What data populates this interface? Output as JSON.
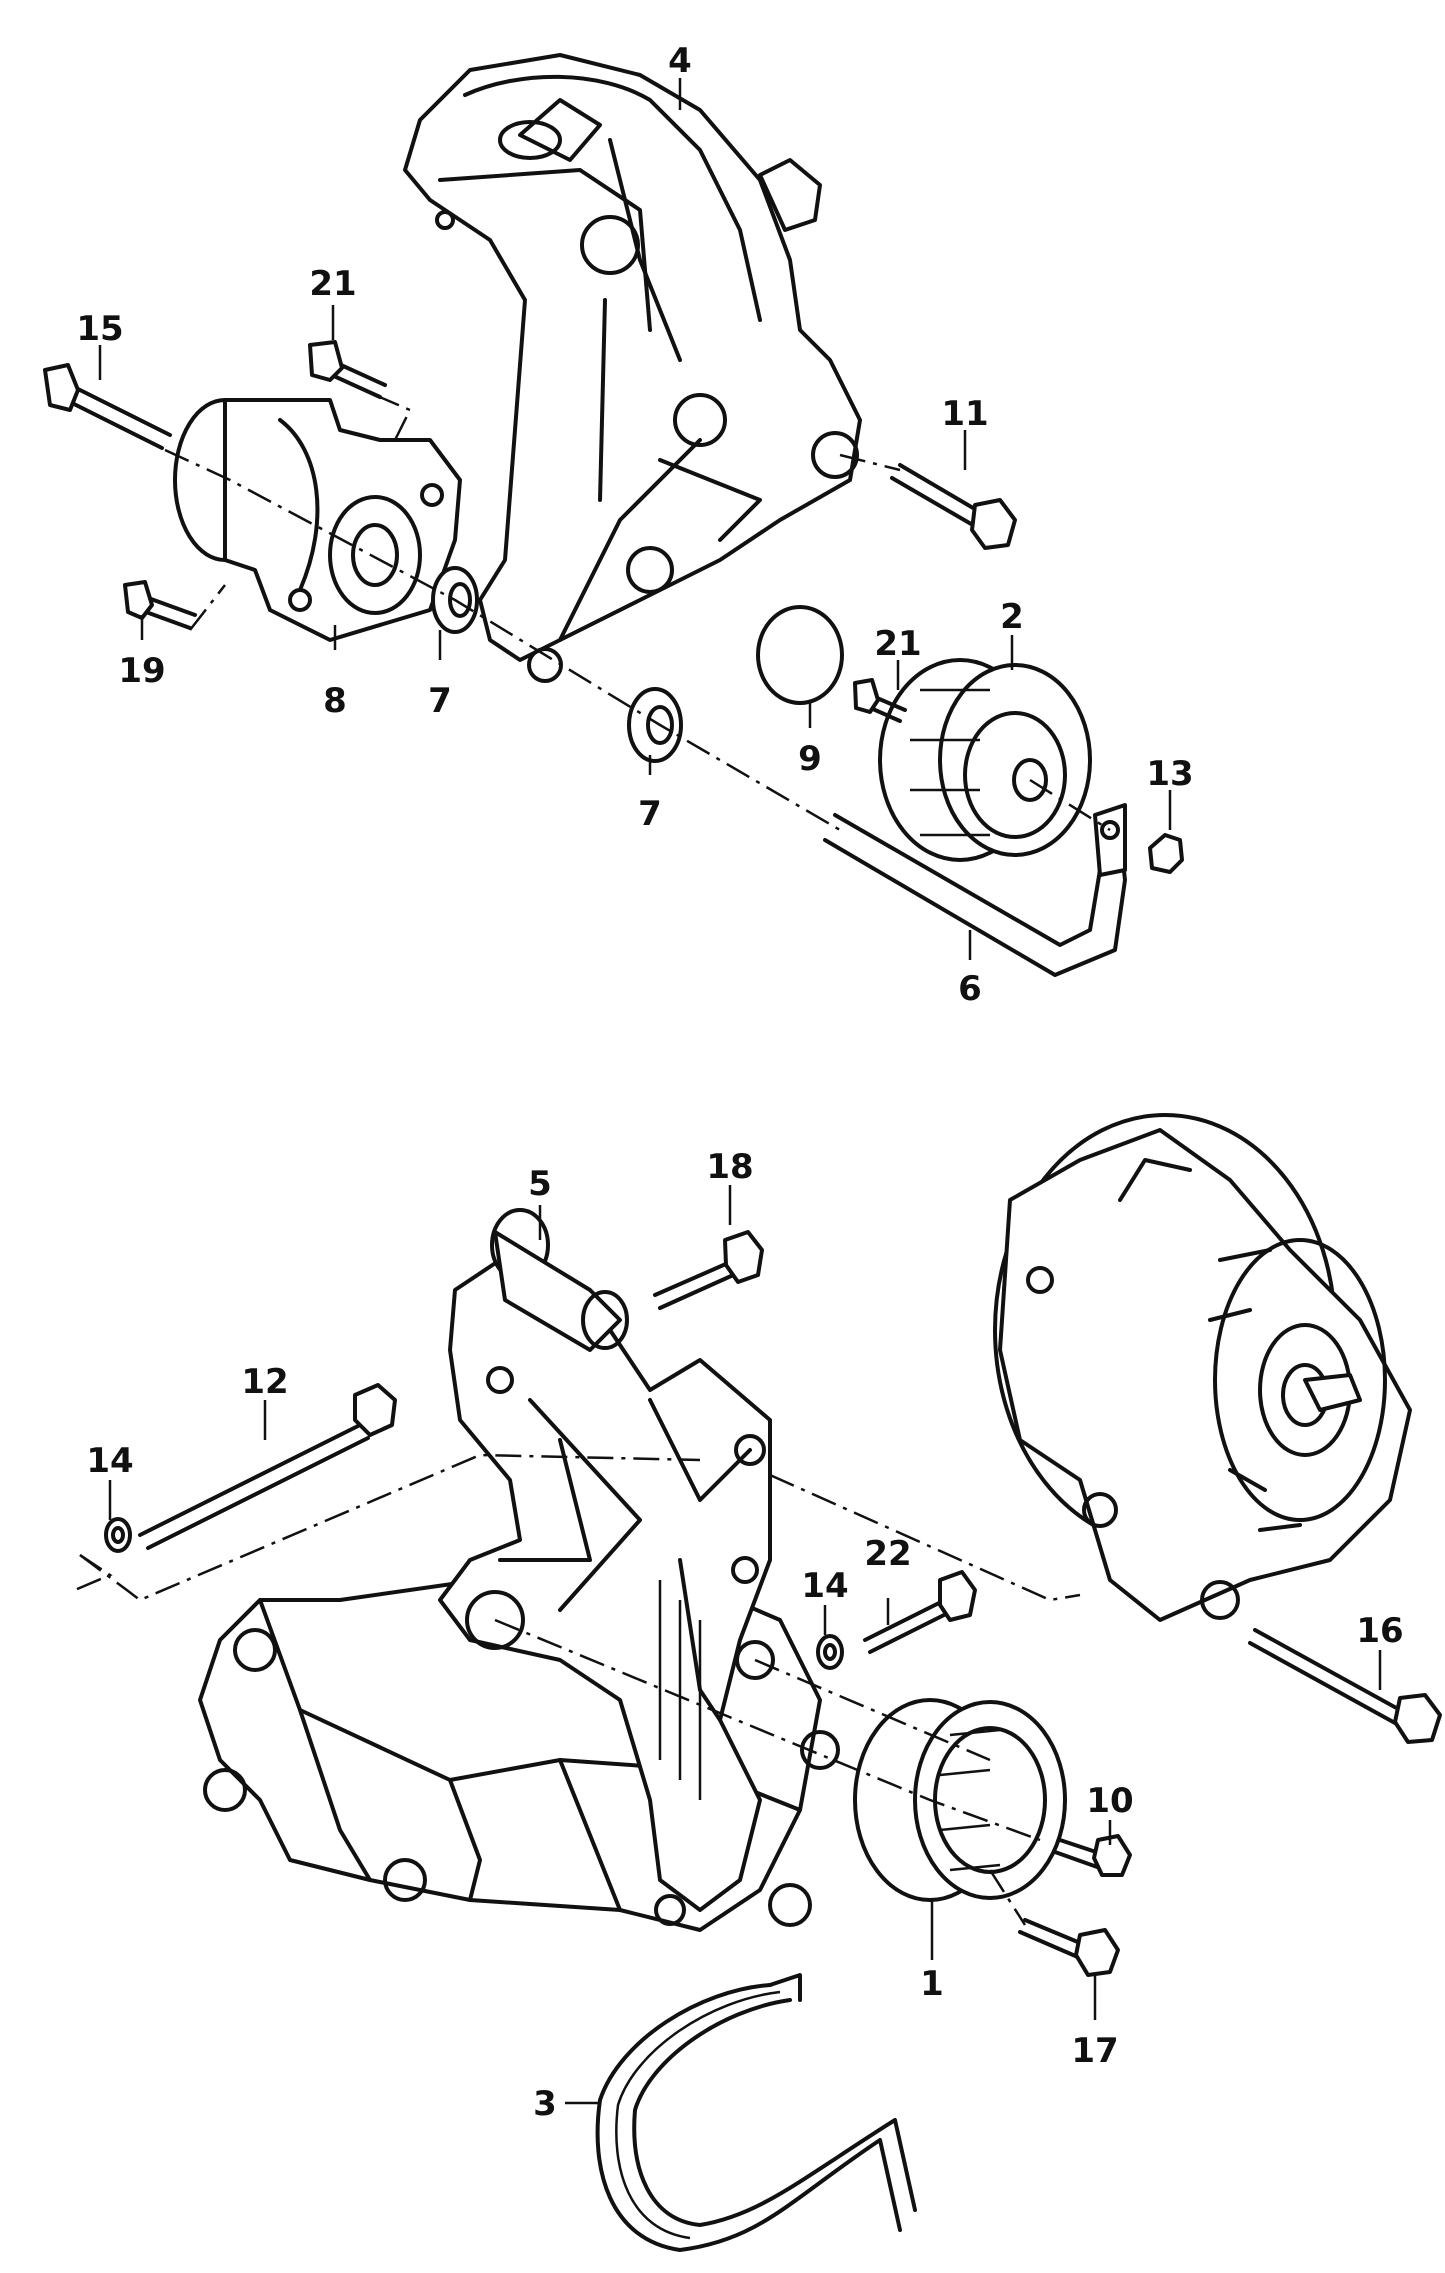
{
  "callouts": {
    "c1": "1",
    "c2": "2",
    "c3": "3",
    "c4": "4",
    "c5": "5",
    "c6": "6",
    "c7a": "7",
    "c7b": "7",
    "c8": "8",
    "c9": "9",
    "c10": "10",
    "c11": "11",
    "c12": "12",
    "c13": "13",
    "c14a": "14",
    "c14b": "14",
    "c15": "15",
    "c16": "16",
    "c17": "17",
    "c18": "18",
    "c19": "19",
    "c21a": "21",
    "c21b": "21",
    "c22": "22"
  }
}
